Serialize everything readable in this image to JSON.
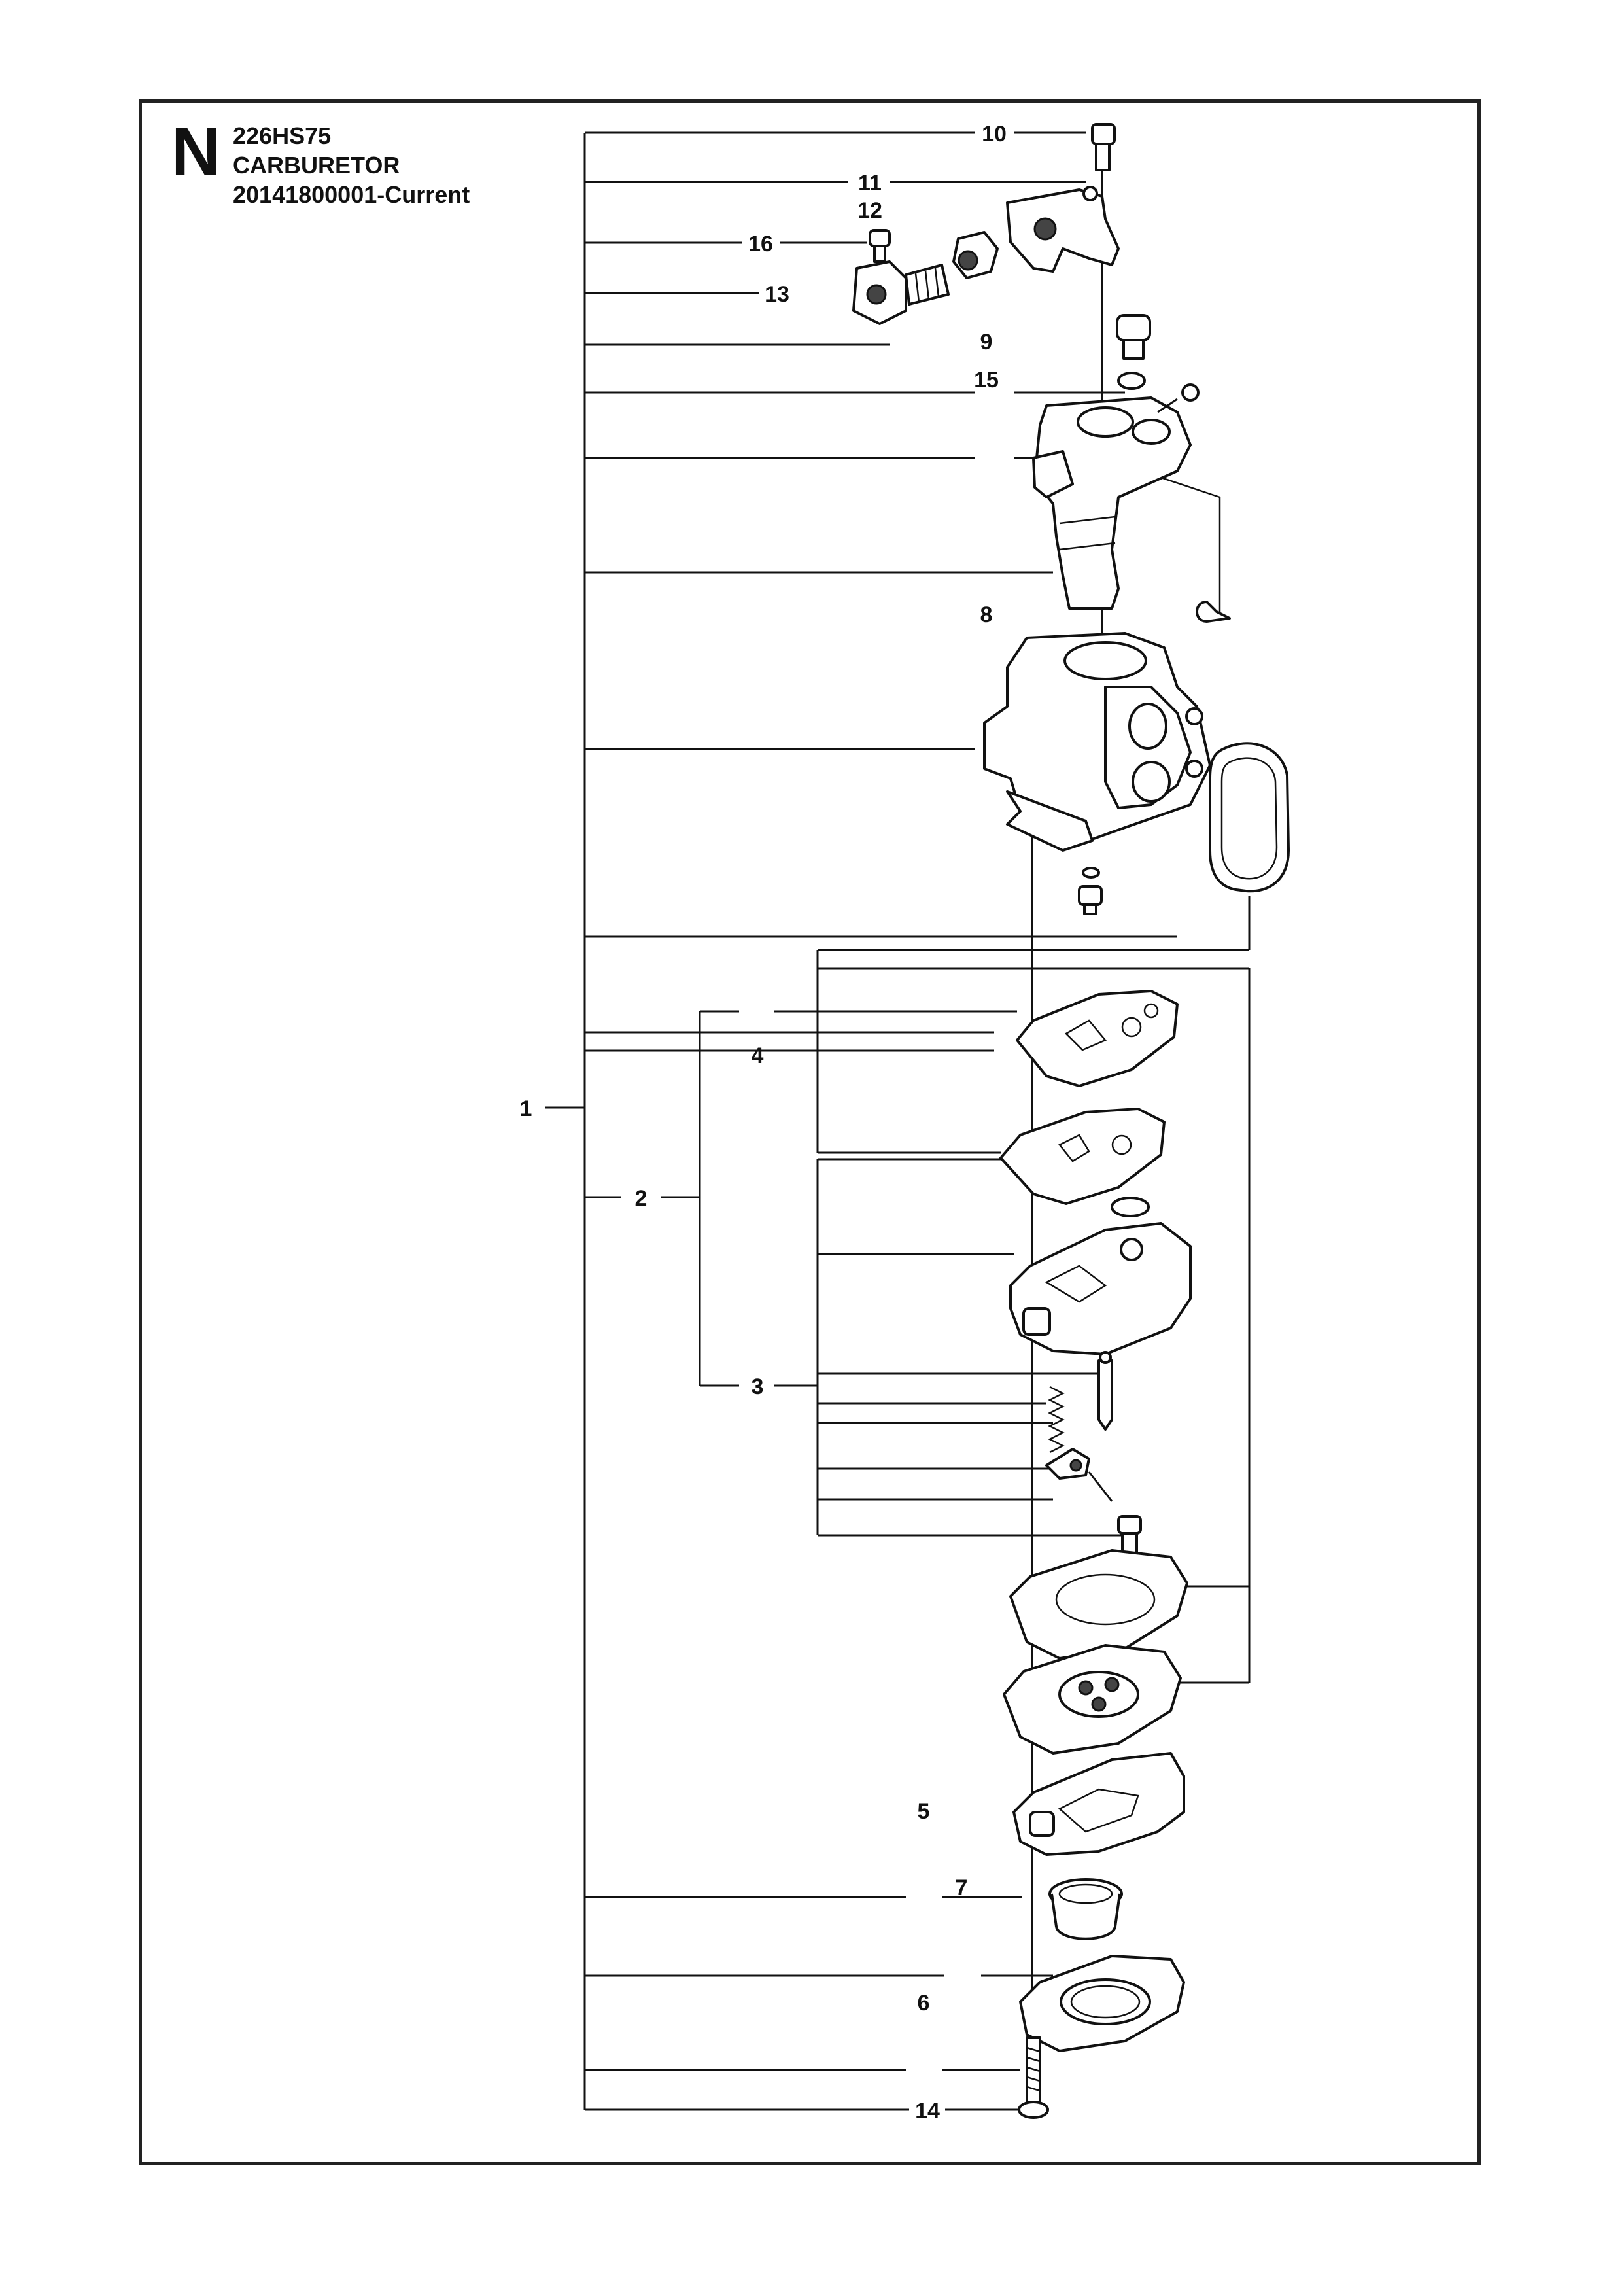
{
  "header": {
    "section_letter": "N",
    "model": "226HS75",
    "assembly": "CARBURETOR",
    "serial_range": "20141800001-Current"
  },
  "callouts": [
    "1",
    "2",
    "3",
    "4",
    "5",
    "6",
    "7",
    "8",
    "9",
    "10",
    "11",
    "12",
    "13",
    "14",
    "15",
    "16"
  ]
}
